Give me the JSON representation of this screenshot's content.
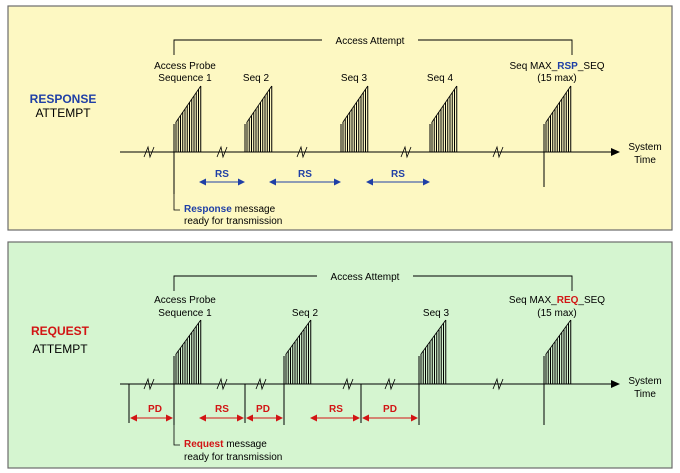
{
  "colors": {
    "response_panel_bg": "#fdf8c2",
    "request_panel_bg": "#d5f5d0",
    "panel_border": "#6b6b6b",
    "response_accent": "#1f3fa6",
    "request_accent": "#d21414",
    "line": "#000000"
  },
  "response": {
    "title_highlight": "RESPONSE",
    "title_rest": "ATTEMPT",
    "access_attempt_label": "Access Attempt",
    "first_seq_label_line1": "Access Probe",
    "first_seq_label_line2": "Sequence 1",
    "seq_labels": [
      "Seq 2",
      "Seq 3",
      "Seq 4"
    ],
    "last_seq_prefix": "Seq MAX_",
    "last_seq_highlight": "RSP",
    "last_seq_suffix": "_SEQ",
    "last_seq_note": "(15 max)",
    "axis_label_line1": "System",
    "axis_label_line2": "Time",
    "interval_labels": [
      "RS",
      "RS",
      "RS"
    ],
    "trigger_highlight": "Response",
    "trigger_rest": " message",
    "trigger_line2": "ready for transmission"
  },
  "request": {
    "title_highlight": "REQUEST",
    "title_rest": "ATTEMPT",
    "access_attempt_label": "Access Attempt",
    "first_seq_label_line1": "Access Probe",
    "first_seq_label_line2": "Sequence 1",
    "seq_labels": [
      "Seq 2",
      "Seq 3"
    ],
    "last_seq_prefix": "Seq MAX_",
    "last_seq_highlight": "REQ",
    "last_seq_suffix": "_SEQ",
    "last_seq_note": "(15 max)",
    "axis_label_line1": "System",
    "axis_label_line2": "Time",
    "interval_labels": [
      "PD",
      "RS",
      "PD",
      "RS",
      "PD"
    ],
    "trigger_highlight": "Request",
    "trigger_rest": " message",
    "trigger_line2": "ready for transmission"
  }
}
